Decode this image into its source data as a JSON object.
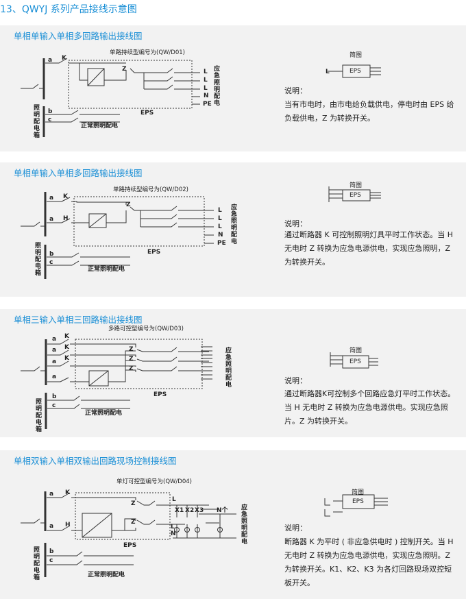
{
  "page_title": "13、QWYJ 系列产品接线示意图",
  "common": {
    "brief_title": "简图",
    "eps": "EPS",
    "explain": "说明：",
    "normal_lighting": "正常照明配电",
    "box": "照明配电箱",
    "emergency": "应急照明配电",
    "a": "a",
    "b": "b",
    "c": "c",
    "K": "K",
    "H": "H",
    "Z": "Z",
    "L": "L",
    "N": "N",
    "PE": "PE"
  },
  "panels": [
    {
      "title": "单相单输入单相多回路输出接线图",
      "model": "单路持续型编号为(QW/D01)",
      "description": "当有市电时，由市电给负载供电，停电时由 EPS 给负载供电，Z 为转换开关。"
    },
    {
      "title": "单相单输入单相多回路输出接线图",
      "model": "单路持续型编号为(QW/D02)",
      "description": "通过断路器 K 可控制照明灯具平时工作状态。当 H 无电时 Z 转换为应急电源供电，实现应急照明，Z 为转换开关。"
    },
    {
      "title": "单相三输入单相三回路输出接线图",
      "model": "多路可控型编号为(QW/D03)",
      "description": "通过断路器K可控制多个回路应急灯平时工作状态。当 H 无电时 Z 转换为应急电源供电。实现应急照片。Z 为转换开关。"
    },
    {
      "title": "单相双输入单相双输出回路现场控制接线图",
      "model": "单灯可控型编号为(QW/D04)",
      "description": "断路器 K 为平时 ( 非应急供电时 ) 控制开关。当 H 无电时 Z 转换为应急电源供电，实现应急照明。Z 为转换开关。K1、K2、K3 为各灯回路现场双控短板开关。",
      "x1": "X1",
      "x2": "X2",
      "x3": "X3",
      "n_arrow": "N个"
    }
  ],
  "colors": {
    "accent": "#1a8fd6",
    "panel_bg": "#f2f2f2"
  }
}
